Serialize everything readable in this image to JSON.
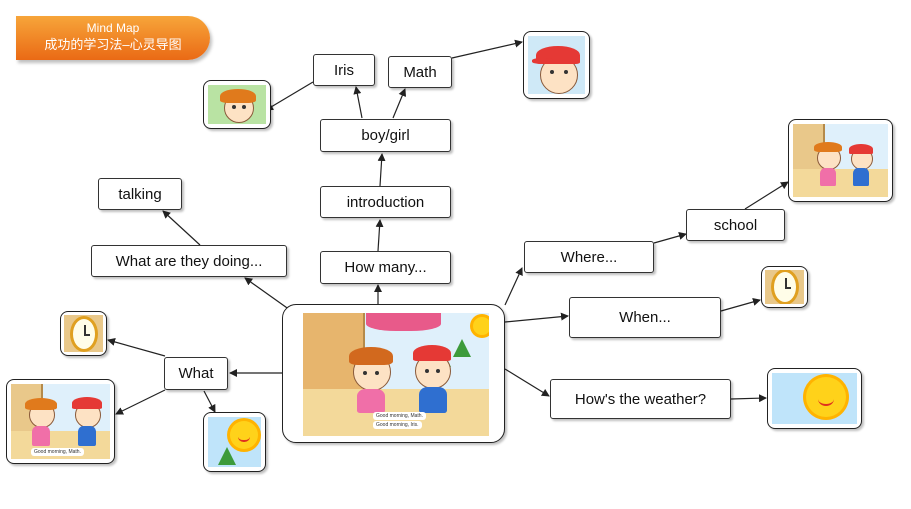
{
  "header": {
    "title_en": "Mind Map",
    "title_cn": "成功的学习法–心灵导图",
    "bg_colors": [
      "#f7a53a",
      "#ea6a15"
    ]
  },
  "nodes": {
    "iris": "Iris",
    "math": "Math",
    "boy_girl": "boy/girl",
    "introduction": "introduction",
    "how_many": "How many...",
    "talking": "talking",
    "what_doing": "What are they doing...",
    "what": "What",
    "where": "Where...",
    "school": "school",
    "when": "When...",
    "weather": "How's the weather?"
  },
  "captions": {
    "line1": "Good morning, Math.",
    "line2": "Good morning, Iris."
  },
  "thumbnails": [
    {
      "name": "girl-face-thumb",
      "icon": "girl-face"
    },
    {
      "name": "boy-face-thumb",
      "icon": "boy-face"
    },
    {
      "name": "school-scene-thumb",
      "icon": "school-scene"
    },
    {
      "name": "clock-thumb",
      "icon": "clock"
    },
    {
      "name": "sun-thumb",
      "icon": "sun"
    }
  ]
}
